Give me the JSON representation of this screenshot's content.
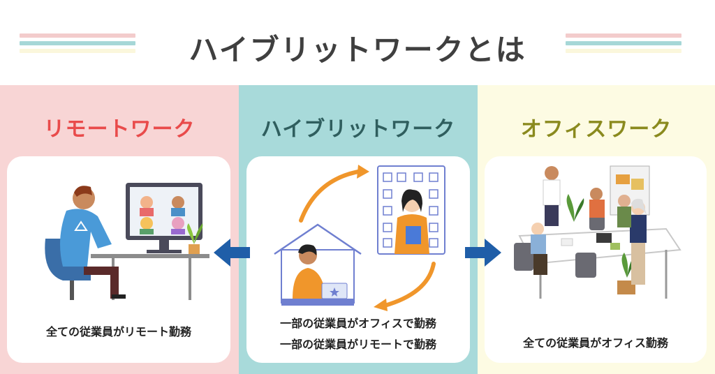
{
  "title": "ハイブリットワークとは",
  "colors": {
    "left_bg": "#f8d5d5",
    "mid_bg": "#a8dada",
    "right_bg": "#fdfbe3",
    "left_heading": "#e94b4b",
    "mid_heading": "#2f5e5e",
    "right_heading": "#8a8a1e",
    "arrow_blue": "#1f5ea8",
    "arrow_orange": "#f0962b",
    "stripe_pink": "#f3cccc",
    "stripe_teal": "#a6d7d7",
    "stripe_cream": "#fbf7dc"
  },
  "columns": {
    "remote": {
      "heading": "リモートワーク",
      "caption": "全ての従業員がリモート勤務"
    },
    "hybrid": {
      "heading": "ハイブリットワーク",
      "caption_line1": "一部の従業員がオフィスで勤務",
      "caption_line2": "一部の従業員がリモートで勤務"
    },
    "office": {
      "heading": "オフィスワーク",
      "caption": "全ての従業員がオフィス勤務"
    }
  }
}
